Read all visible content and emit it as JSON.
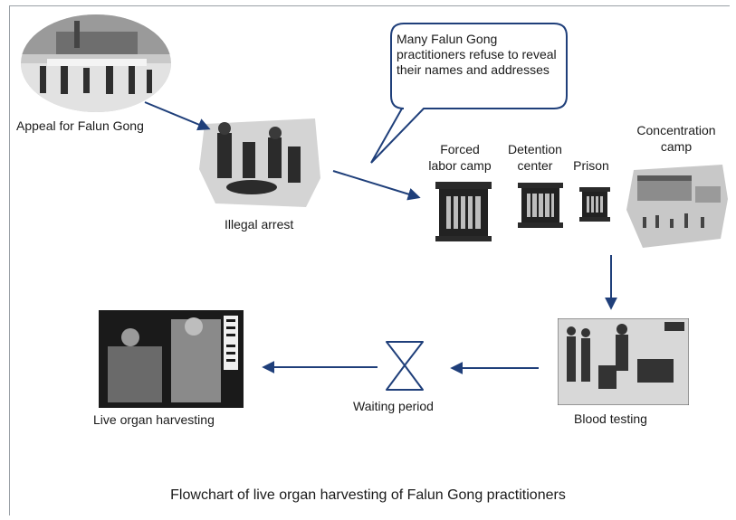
{
  "labels": {
    "appeal": "Appeal for Falun Gong",
    "arrest": "Illegal arrest",
    "forced_labor_1": "Forced",
    "forced_labor_2": "labor camp",
    "detention_1": "Detention",
    "detention_2": "center",
    "prison": "Prison",
    "concentration_1": "Concentration",
    "concentration_2": "camp",
    "blood": "Blood testing",
    "waiting": "Waiting period",
    "harvest": "Live organ harvesting"
  },
  "callout": "Many Falun Gong practitioners refuse to reveal their names and addresses",
  "caption": "Flowchart of live organ harvesting of Falun Gong practitioners",
  "colors": {
    "arrow": "#1f3f7a",
    "hourglass": "#1f3f7a",
    "bubble_stroke": "#1f3f7a",
    "cage": "#2a2a2a"
  }
}
